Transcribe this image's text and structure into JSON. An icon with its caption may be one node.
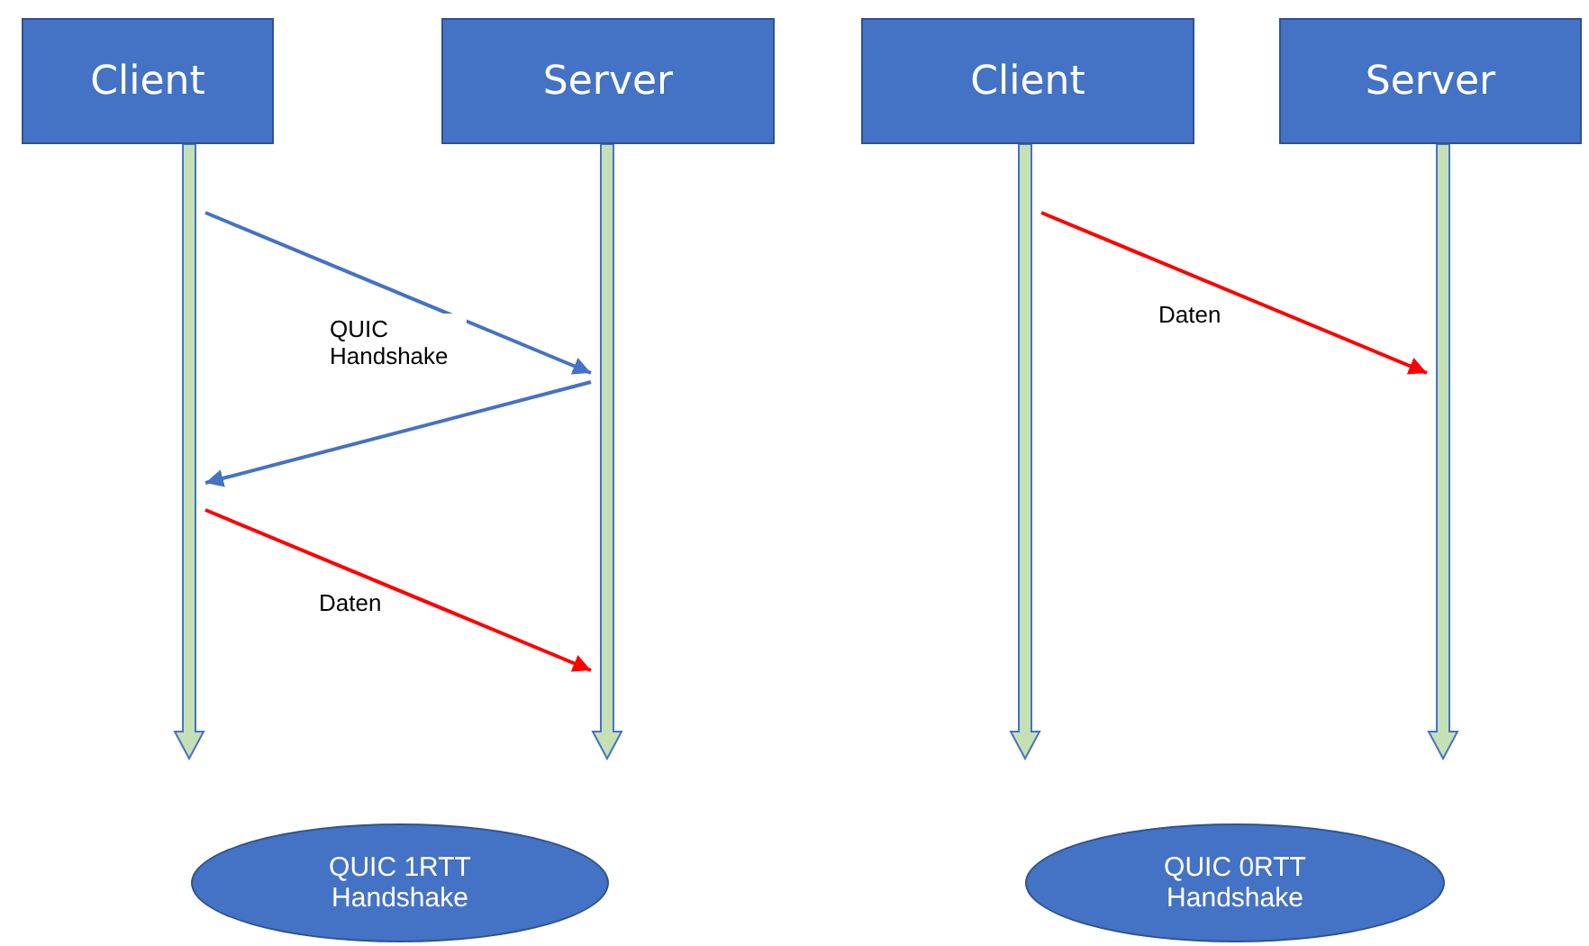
{
  "diagram": {
    "nodes": [
      {
        "text": [
          "Client"
        ]
      },
      {
        "text": [
          "Server"
        ]
      },
      {
        "text": [
          "Client"
        ]
      },
      {
        "text": [
          "Server"
        ]
      },
      {
        "text": [],
        "shape": "bar"
      },
      {
        "text": [],
        "shape": "bar"
      },
      {
        "text": [],
        "shape": "bar"
      },
      {
        "text": [],
        "shape": "bar"
      },
      {
        "text": [
          "QUIC 1RTT Handshake"
        ]
      },
      {
        "text": [
          "QUIC 0RTT Handshake"
        ]
      }
    ],
    "edges": [
      {
        "from": 4,
        "to": 5,
        "arrow": "to",
        "label": "QUIC Handshake",
        "color": "#4472c4"
      },
      {
        "from": 5,
        "to": 4,
        "arrow": "to",
        "color": "#4472c4"
      },
      {
        "from": 4,
        "to": 5,
        "arrow": "to",
        "label": "Daten",
        "color": "#ff0000"
      },
      {
        "from": 6,
        "to": 7,
        "arrow": "to",
        "label": "Daten",
        "color": "#ff0000"
      }
    ]
  }
}
